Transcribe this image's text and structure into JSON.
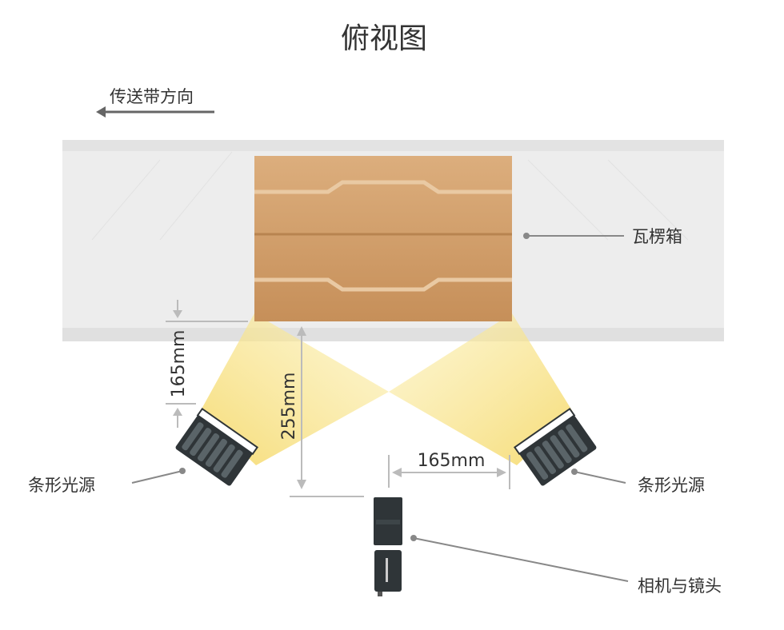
{
  "title": "俯视图",
  "conveyor_direction": "传送带方向",
  "labels": {
    "box": "瓦楞箱",
    "light_left": "条形光源",
    "light_right": "条形光源",
    "camera": "相机与镜头"
  },
  "dimensions": {
    "light_to_box_vertical": "165mm",
    "camera_to_box": "255mm",
    "camera_to_light_horizontal": "165mm"
  },
  "colors": {
    "box": "#cf9c68",
    "light_beam": "#f7e27a",
    "conveyor": "#ececec",
    "device": "#2f3538"
  }
}
